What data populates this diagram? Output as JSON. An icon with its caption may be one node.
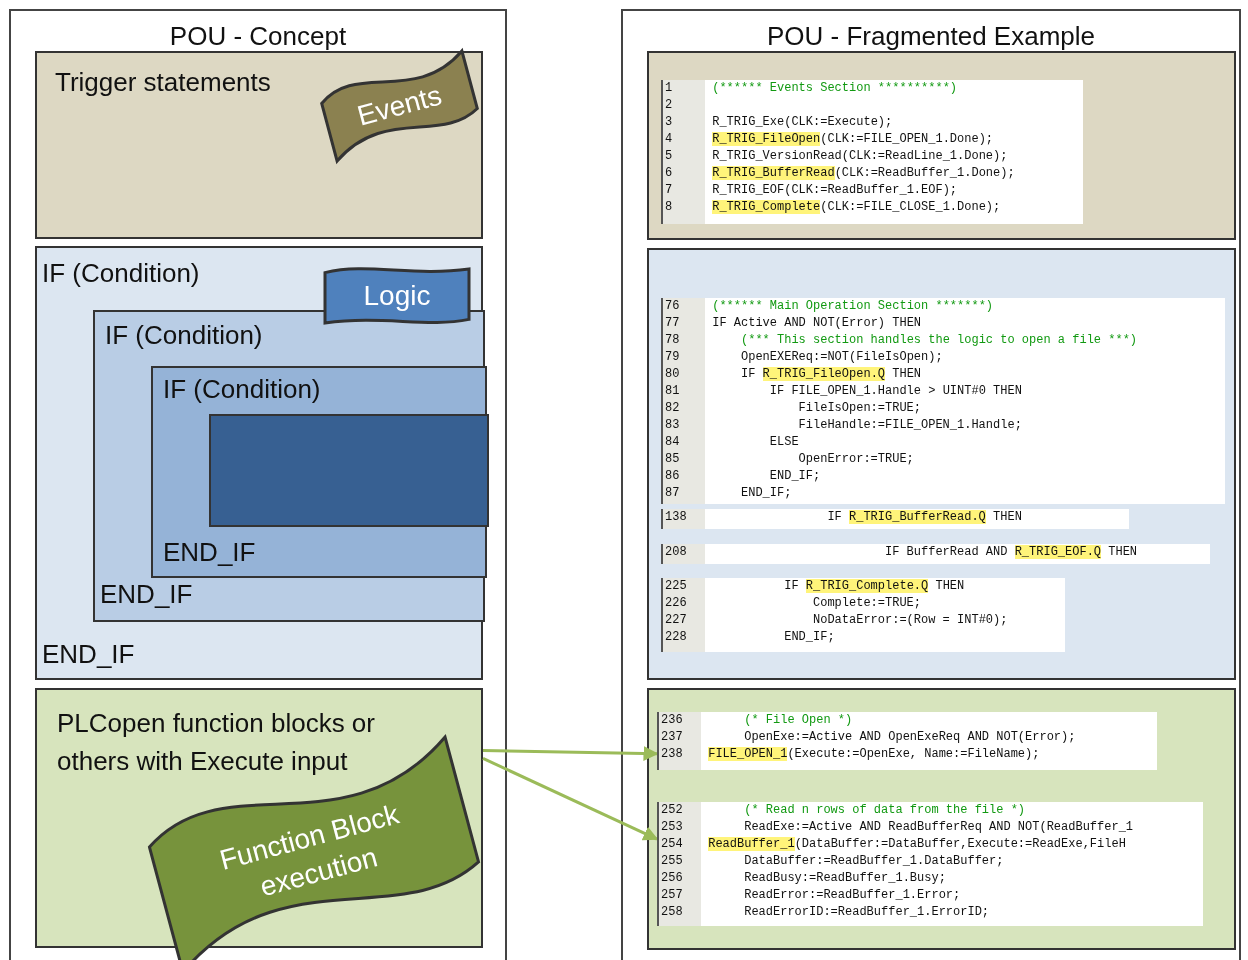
{
  "diagram": {
    "nodes": [
      {
        "text": [
          "POU - Concept"
        ]
      },
      {
        "text": [
          "Trigger statements"
        ],
        "in": 0
      },
      {
        "text": [
          "Events"
        ],
        "in": 1
      },
      {
        "text": [
          "IF (Condition)",
          "END_IF"
        ],
        "in": 0
      },
      {
        "text": [
          "Logic"
        ],
        "in": 3
      },
      {
        "text": [
          "IF (Condition)",
          "END_IF"
        ],
        "in": 3
      },
      {
        "text": [
          "IF (Condition)",
          "END_IF"
        ],
        "in": 5
      },
      {
        "text": [],
        "shape": "box",
        "in": 6
      },
      {
        "text": [
          "PLCopen function blocks or others with Execute input"
        ],
        "in": 0
      },
      {
        "text": [
          "Function Block execution"
        ],
        "in": 8
      },
      {
        "text": [
          "POU - Fragmented Example"
        ]
      },
      {
        "text": [],
        "shape": "box",
        "in": 10
      },
      {
        "text": [
          "1 (****** Events Section **********)",
          "2",
          "3 R_TRIG_Exe(CLK:=Execute);",
          "4 R_TRIG_FileOpen(CLK:=FILE_OPEN_1.Done);",
          "5 R_TRIG_VersionRead(CLK:=ReadLine_1.Done);",
          "6 R_TRIG_BufferRead(CLK:=ReadBuffer_1.Done);",
          "7 R_TRIG_EOF(CLK:=ReadBuffer_1.EOF);",
          "8 R_TRIG_Complete(CLK:=FILE_CLOSE_1.Done);"
        ],
        "in": 11
      },
      {
        "text": [],
        "shape": "box",
        "in": 10
      },
      {
        "text": [
          "76 (****** Main Operation Section *******)",
          "77 IF Active AND NOT(Error) THEN",
          "78 (*** This section handles the logic to open a file ***)",
          "79 OpenEXEReq:=NOT(FileIsOpen);",
          "80 IF R_TRIG_FileOpen.Q THEN",
          "81 IF FILE_OPEN_1.Handle > UINT#0 THEN",
          "82 FileIsOpen:=TRUE;",
          "83 FileHandle:=FILE_OPEN_1.Handle;",
          "84 ELSE",
          "85 OpenError:=TRUE;",
          "86 END_IF;",
          "87 END_IF;"
        ],
        "in": 13
      },
      {
        "text": [
          "138 IF R_TRIG_BufferRead.Q THEN"
        ],
        "in": 13
      },
      {
        "text": [
          "208 IF BufferRead AND R_TRIG_EOF.Q THEN"
        ],
        "in": 13
      },
      {
        "text": [
          "225 IF R_TRIG_Complete.Q THEN",
          "226 Complete:=TRUE;",
          "227 NoDataError:=(Row = INT#0);",
          "228 END_IF;"
        ],
        "in": 13
      },
      {
        "text": [],
        "shape": "box",
        "in": 10
      },
      {
        "text": [
          "236 (* File Open *)",
          "237 OpenExe:=Active AND OpenExeReq AND NOT(Error);",
          "238 FILE_OPEN_1(Execute:=OpenExe, Name:=FileName);"
        ],
        "in": 18
      },
      {
        "text": [
          "252 (* Read n rows of data from the file *)",
          "253 ReadExe:=Active AND ReadBufferReq AND NOT(ReadBuffer_1",
          "254 ReadBuffer_1(DataBuffer:=DataBuffer,Execute:=ReadExe,FileH",
          "255 DataBuffer:=ReadBuffer_1.DataBuffer;",
          "256 ReadBusy:=ReadBuffer_1.Busy;",
          "257 ReadError:=ReadBuffer_1.Error;",
          "258 ReadErrorID:=ReadBuffer_1.ErrorID;"
        ],
        "in": 18
      }
    ],
    "edges": [
      {
        "from": 8,
        "to": 19,
        "arrow": "to"
      },
      {
        "from": 8,
        "to": 20,
        "arrow": "to"
      }
    ]
  }
}
